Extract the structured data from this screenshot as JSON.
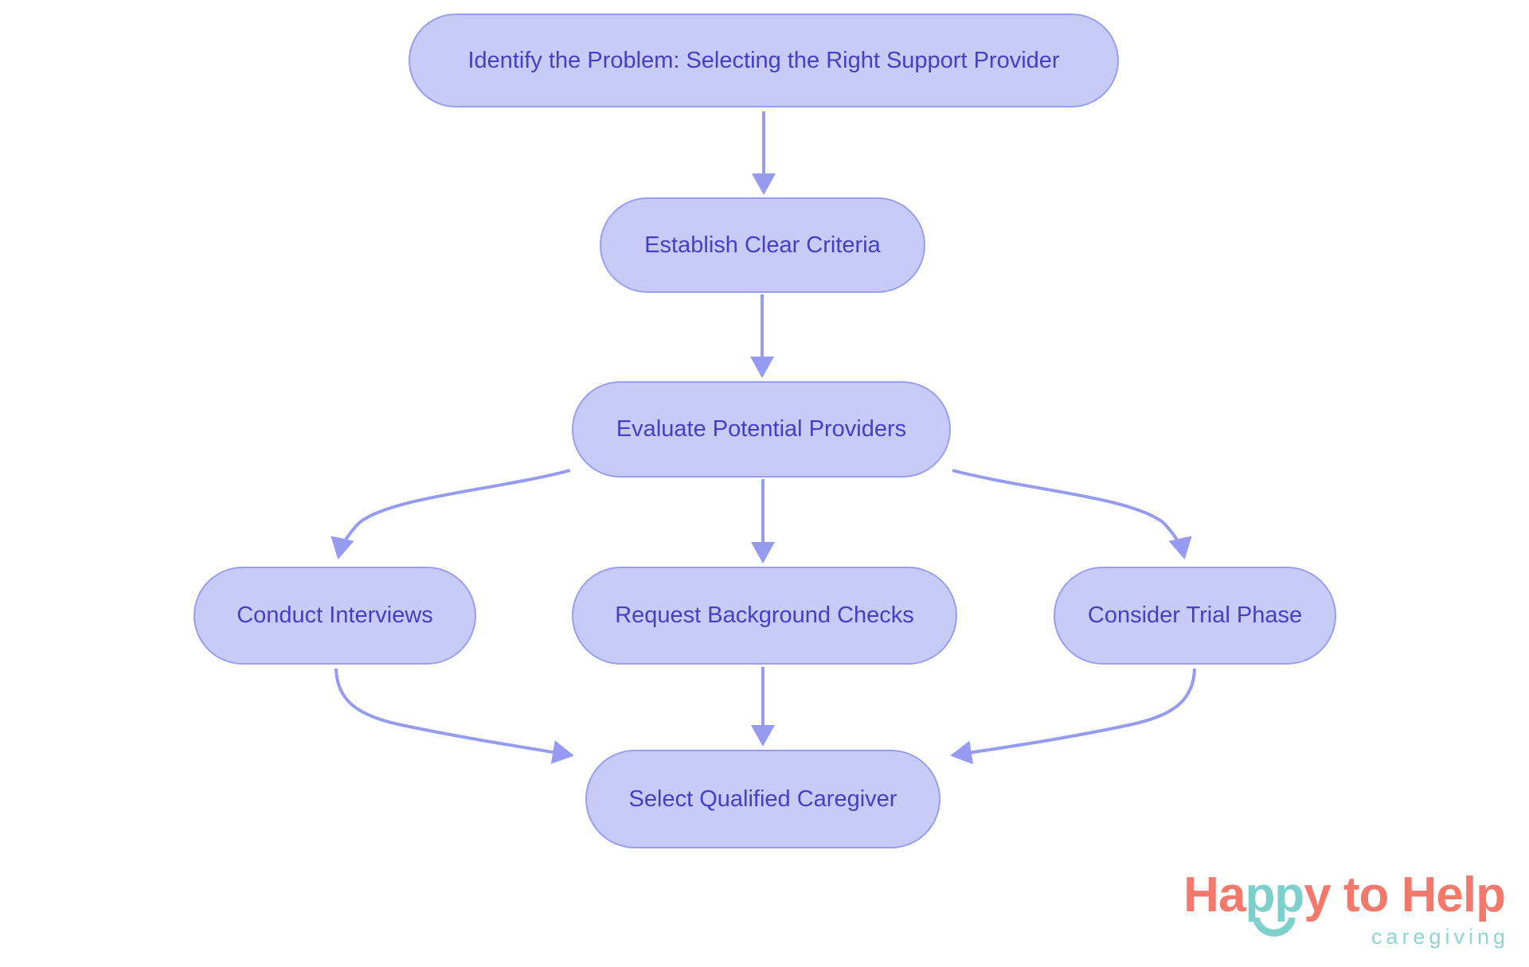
{
  "diagram": {
    "type": "flowchart",
    "colors": {
      "node_fill": "#c8caf8",
      "node_border": "#9a9ef2",
      "arrow": "#969af1",
      "node_text": "#4340c6",
      "background": "#ffffff"
    },
    "nodes": [
      {
        "id": "identify",
        "label": "Identify the Problem: Selecting the Right Support Provider"
      },
      {
        "id": "criteria",
        "label": "Establish Clear Criteria"
      },
      {
        "id": "evaluate",
        "label": "Evaluate Potential Providers"
      },
      {
        "id": "interviews",
        "label": "Conduct Interviews"
      },
      {
        "id": "background",
        "label": "Request Background Checks"
      },
      {
        "id": "trial",
        "label": "Consider Trial Phase"
      },
      {
        "id": "select",
        "label": "Select Qualified Caregiver"
      }
    ],
    "edges": [
      {
        "from": "identify",
        "to": "criteria"
      },
      {
        "from": "criteria",
        "to": "evaluate"
      },
      {
        "from": "evaluate",
        "to": "interviews"
      },
      {
        "from": "evaluate",
        "to": "background"
      },
      {
        "from": "evaluate",
        "to": "trial"
      },
      {
        "from": "interviews",
        "to": "select"
      },
      {
        "from": "background",
        "to": "select"
      },
      {
        "from": "trial",
        "to": "select"
      }
    ]
  },
  "logo": {
    "part1": "Ha",
    "part2": "pp",
    "part3": "y to Help",
    "tagline": "caregiving",
    "icons": {
      "smile": "smile-arc-icon"
    },
    "colors": {
      "coral": "#f3796c",
      "teal": "#7ed0cc",
      "tagline": "#8dd5d2"
    }
  }
}
